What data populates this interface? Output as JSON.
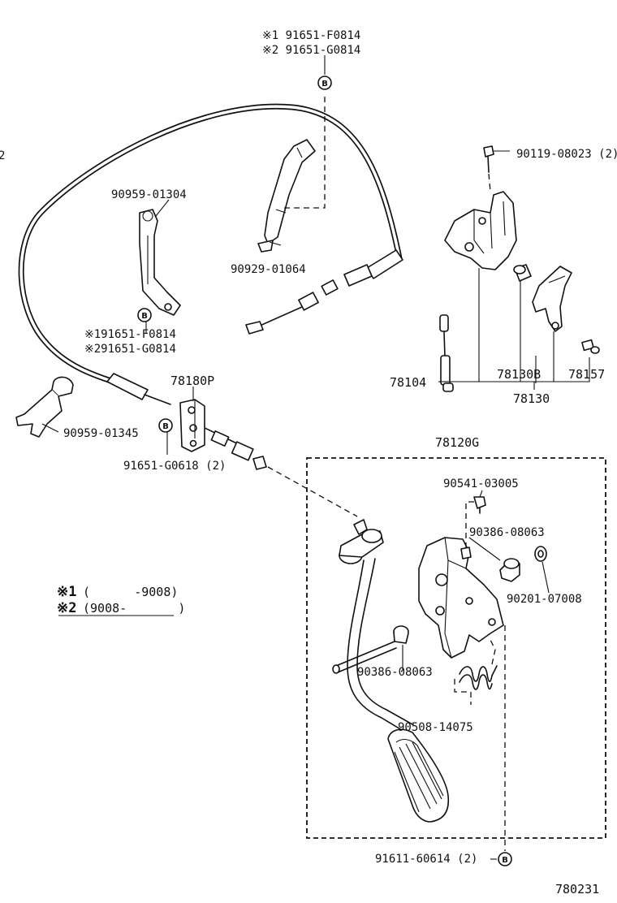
{
  "diagram": {
    "figure_code": "780231",
    "symbol_b": "B",
    "labels": {
      "top_note_1": "※1 91651-F0814",
      "top_note_2": "※2 91651-G0814",
      "bolt_90119": "90119-08023 (2)",
      "clamp_90959_01304": "90959-01304",
      "clip_90929": "90929-01064",
      "left_note_1": "※191651-F0814",
      "left_note_2": "※291651-G0814",
      "part_78180p": "78180P",
      "clamp_90959_01345": "90959-01345",
      "bolt_91651_g0618": "91651-G0618 (2)",
      "part_78104": "78104",
      "part_78130b": "78130B",
      "part_78157": "78157",
      "part_78130": "78130",
      "part_78120g": "78120G",
      "screw_90541": "90541-03005",
      "bushing_90386_a": "90386-08063",
      "washer_90201": "90201-07008",
      "bushing_90386_b": "90386-08063",
      "spring_90508": "90508-14075",
      "bolt_91611": "91611-60614 (2)",
      "edge_mark": "2"
    },
    "legend": {
      "row1_mark": "※1",
      "row1_range": "(      -9008)",
      "row2_mark": "※2",
      "row2_range": "(9008-       )"
    }
  }
}
